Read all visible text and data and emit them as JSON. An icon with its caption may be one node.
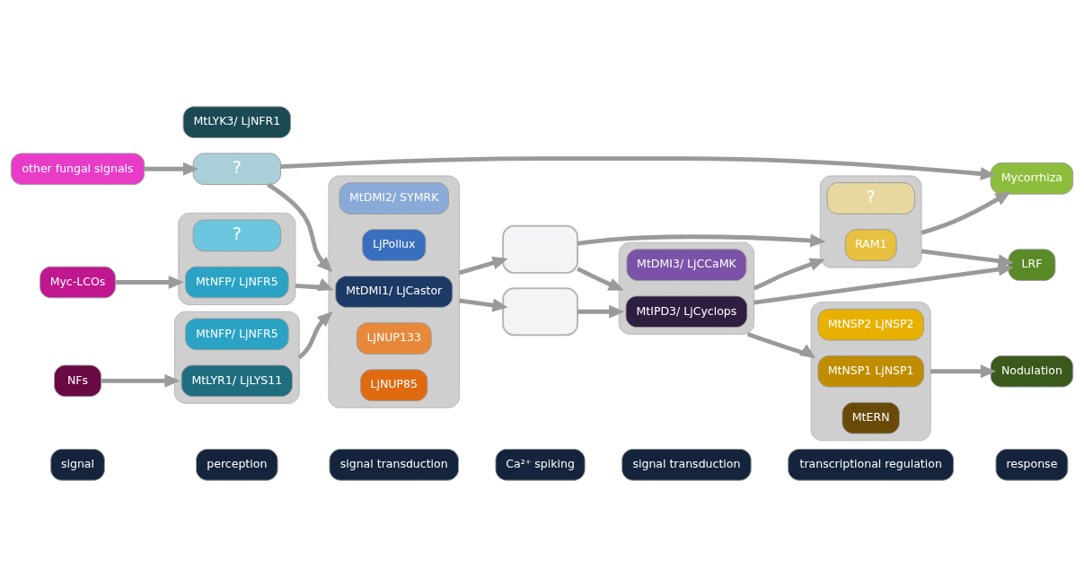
{
  "diagram": {
    "nodes": [
      {
        "text": [
          "signal"
        ]
      },
      {
        "text": [
          "perception"
        ]
      },
      {
        "text": [
          "signal transduction"
        ]
      },
      {
        "text": [
          "Ca²⁺ spiking"
        ]
      },
      {
        "text": [
          "signal transduction"
        ]
      },
      {
        "text": [
          "transcriptional regulation"
        ]
      },
      {
        "text": [
          "response"
        ]
      },
      {
        "text": [
          "other fungal signals"
        ]
      },
      {
        "text": [
          "?"
        ]
      },
      {
        "text": [
          "Myc-LCOs"
        ]
      },
      {
        "text": [],
        "shape": "box"
      },
      {
        "text": [
          "?"
        ],
        "in": 10
      },
      {
        "text": [
          "MtNFP/ LjNFR5"
        ],
        "in": 10
      },
      {
        "text": [],
        "shape": "box"
      },
      {
        "text": [
          "MtDMI2/ SYMRK"
        ],
        "in": 13
      },
      {
        "text": [
          "LjPollux"
        ],
        "in": 13
      },
      {
        "text": [
          "MtDMI1/ LjCastor"
        ],
        "in": 13
      },
      {
        "text": [
          "LjNUP133"
        ],
        "in": 13
      },
      {
        "text": [
          "LjNUP85"
        ],
        "in": 13
      },
      {
        "text": [],
        "shape": "box"
      },
      {
        "text": [],
        "shape": "box"
      },
      {
        "text": [],
        "shape": "box"
      },
      {
        "text": [
          "MtDMI3/ LjCCaMK"
        ],
        "in": 21
      },
      {
        "text": [
          "MtIPD3/ LjCyclops"
        ],
        "in": 21
      },
      {
        "text": [],
        "shape": "box"
      },
      {
        "text": [
          "?"
        ],
        "in": 24
      },
      {
        "text": [
          "RAM1"
        ],
        "in": 24
      },
      {
        "text": [
          "Mycorrhiza"
        ]
      },
      {
        "text": [
          "LRF"
        ]
      },
      {
        "text": [
          "NFs"
        ]
      },
      {
        "text": [],
        "shape": "box"
      },
      {
        "text": [
          "MtNFP/ LjNFR5"
        ],
        "in": 30
      },
      {
        "text": [
          "MtLYR1/ LjLYS11"
        ],
        "in": 30
      },
      {
        "text": [
          "MtLYK3/ LjNFR1"
        ]
      },
      {
        "text": [],
        "shape": "box"
      },
      {
        "text": [
          "MtNSP2 LjNSP2"
        ],
        "in": 34
      },
      {
        "text": [
          "MtNSP1 LjNSP1"
        ],
        "in": 34
      },
      {
        "text": [
          "MtERN"
        ],
        "in": 34
      },
      {
        "text": [
          "Nodulation"
        ]
      }
    ],
    "edges": [
      {
        "from": 7,
        "to": 8,
        "arrow": "to"
      },
      {
        "from": 8,
        "to": 27,
        "arrow": "to"
      },
      {
        "from": 8,
        "to": 13,
        "arrow": "to"
      },
      {
        "from": 19,
        "to": 24,
        "arrow": "to"
      },
      {
        "from": 9,
        "to": 10,
        "arrow": "to"
      },
      {
        "from": 10,
        "to": 13,
        "arrow": "to"
      },
      {
        "from": 13,
        "to": 19,
        "arrow": "to"
      },
      {
        "from": 19,
        "to": 21,
        "arrow": "to"
      },
      {
        "from": 21,
        "to": 24,
        "arrow": "to"
      },
      {
        "from": 24,
        "to": 27,
        "arrow": "to"
      },
      {
        "from": 24,
        "to": 28,
        "arrow": "to"
      },
      {
        "from": 29,
        "to": 30,
        "arrow": "to"
      },
      {
        "from": 30,
        "to": 13,
        "arrow": "to"
      },
      {
        "from": 13,
        "to": 20,
        "arrow": "to"
      },
      {
        "from": 20,
        "to": 21,
        "arrow": "to"
      },
      {
        "from": 21,
        "to": 34,
        "arrow": "to"
      },
      {
        "from": 21,
        "to": 28,
        "arrow": "to"
      },
      {
        "from": 34,
        "to": 38,
        "arrow": "to"
      }
    ]
  }
}
